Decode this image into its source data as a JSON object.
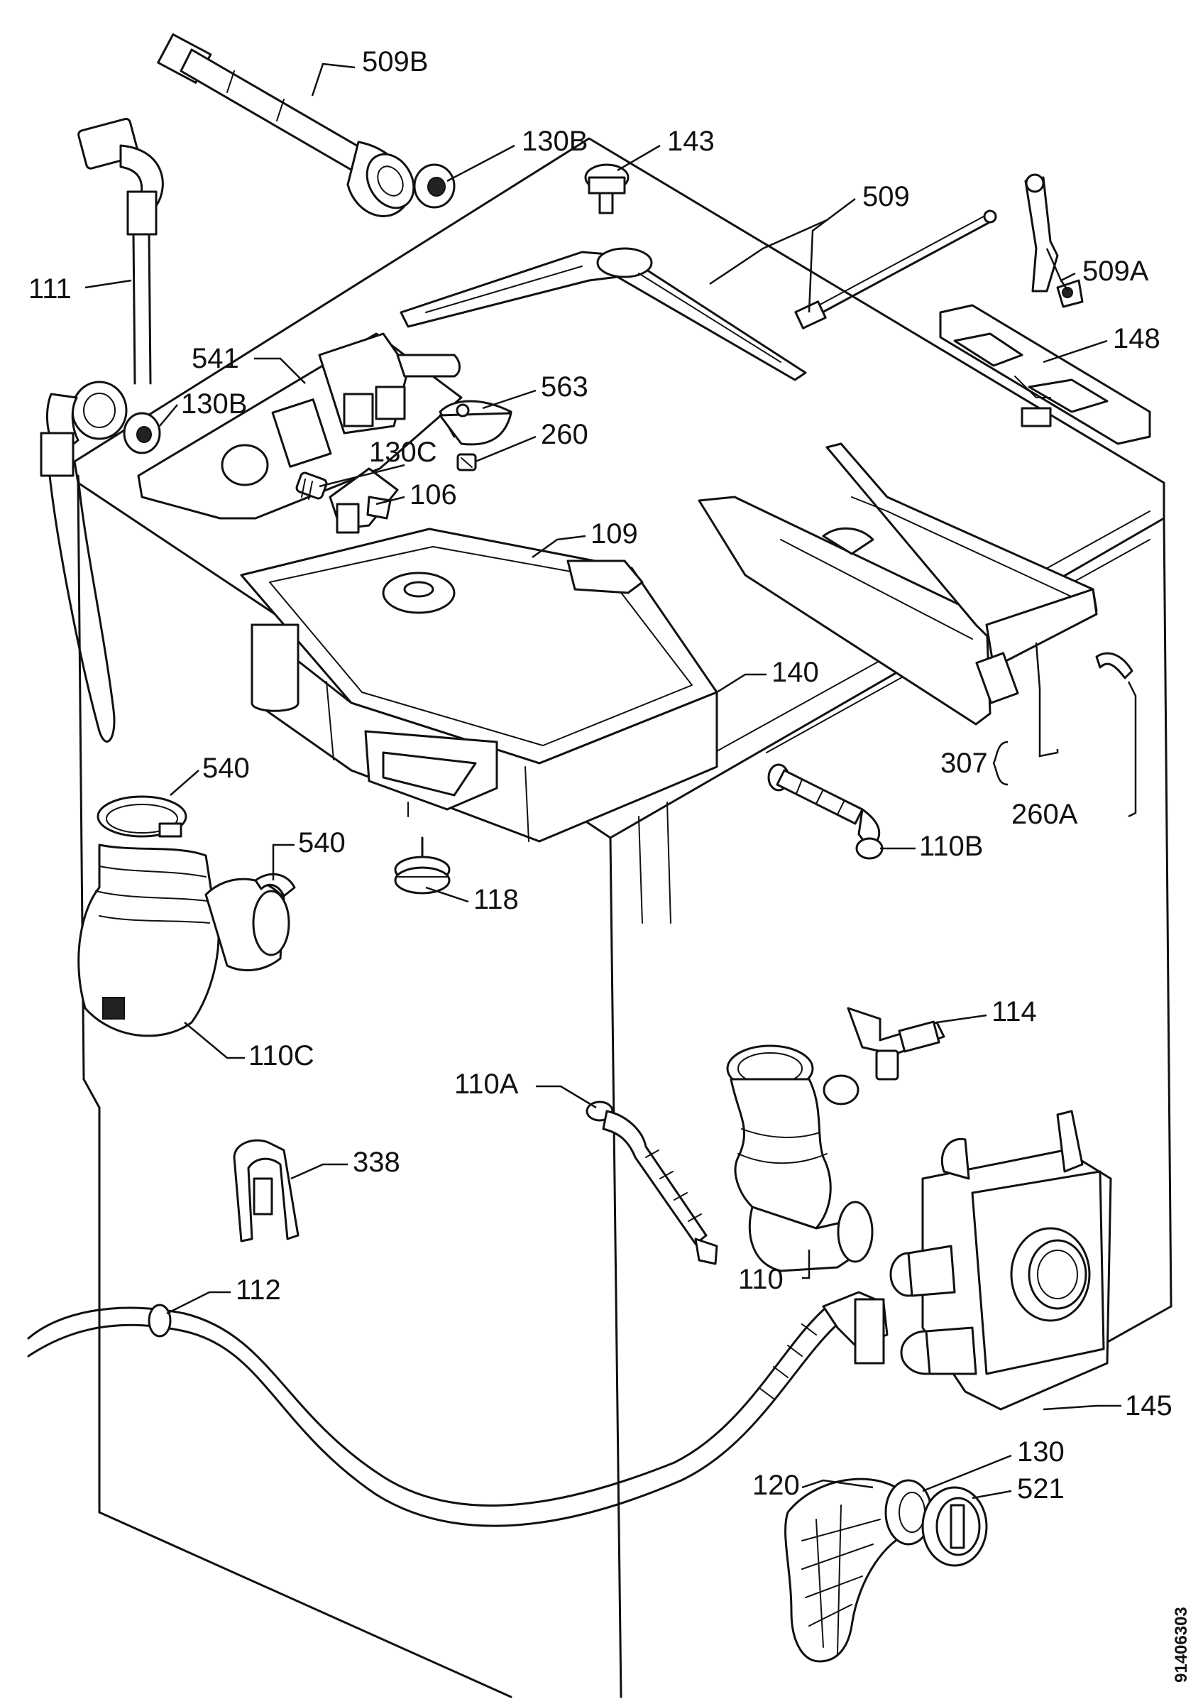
{
  "labels": {
    "l509b": "509B",
    "l130b_top": "130B",
    "l143": "143",
    "l509": "509",
    "l111": "111",
    "l509a": "509A",
    "l148": "148",
    "l541": "541",
    "l563": "563",
    "l130b_mid": "130B",
    "l260": "260",
    "l130c": "130C",
    "l106": "106",
    "l109": "109",
    "l140": "140",
    "l540_top": "540",
    "l307": "307",
    "l260a": "260A",
    "l540_mid": "540",
    "l110b": "110B",
    "l118": "118",
    "l110c": "110C",
    "l114": "114",
    "l110a": "110A",
    "l338": "338",
    "l110": "110",
    "l112": "112",
    "l145": "145",
    "l130": "130",
    "l120": "120",
    "l521": "521"
  },
  "document_number": "91406303"
}
